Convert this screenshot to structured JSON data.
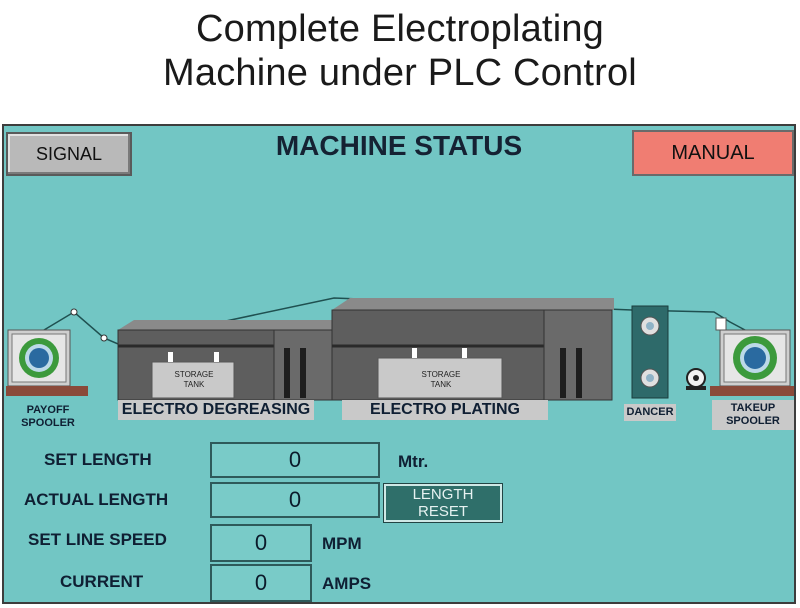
{
  "heading": {
    "line1": "Complete Electroplating",
    "line2": "Machine under PLC Control"
  },
  "hmi": {
    "title": "MACHINE STATUS",
    "signal_button": "SIGNAL",
    "manual_button": "MANUAL",
    "equipment": {
      "payoff_label": [
        "PAYOFF",
        "SPOOLER"
      ],
      "takeup_label": [
        "TAKEUP",
        "SPOOLER"
      ],
      "dancer_label": "DANCER",
      "degreasing_label": "ELECTRO DEGREASING",
      "plating_label": "ELECTRO PLATING",
      "storage_tank": [
        "STORAGE",
        "TANK"
      ]
    },
    "fields": {
      "set_length": {
        "label": "SET LENGTH",
        "value": "0",
        "unit": "Mtr."
      },
      "actual_length": {
        "label": "ACTUAL LENGTH",
        "value": "0"
      },
      "set_line_speed": {
        "label": "SET LINE SPEED",
        "value": "0",
        "unit": "MPM"
      },
      "current": {
        "label": "CURRENT",
        "value": "0",
        "unit": "AMPS"
      }
    },
    "length_reset_button": [
      "LENGTH",
      "RESET"
    ],
    "colors": {
      "panel": "#72c6c4",
      "manual_button": "#f07d72",
      "signal_button": "#b9b9b9",
      "machine_body": "#5e5e5e",
      "reset_button": "#2f6f6a"
    }
  }
}
